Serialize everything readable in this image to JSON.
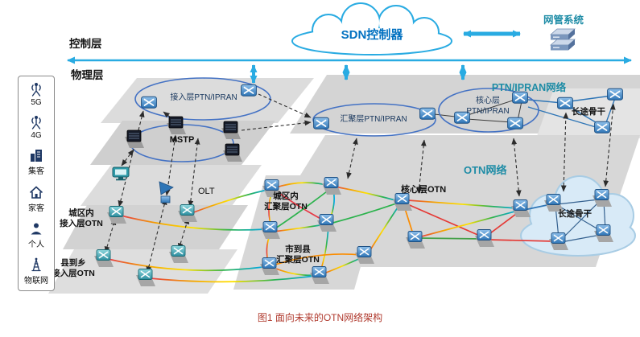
{
  "layers": {
    "control": "控制层",
    "physical": "物理层"
  },
  "control_plane": {
    "sdn_controller": "SDN控制器",
    "nms": "网管系统"
  },
  "sidebar": {
    "items": [
      {
        "icon": "antenna-5g-icon",
        "label": "5G"
      },
      {
        "icon": "antenna-4g-icon",
        "label": "4G"
      },
      {
        "icon": "building-icon",
        "label": "集客"
      },
      {
        "icon": "home-icon",
        "label": "家客"
      },
      {
        "icon": "person-icon",
        "label": "个人"
      },
      {
        "icon": "iot-tower-icon",
        "label": "物联网"
      }
    ]
  },
  "ptn": {
    "network": "PTN/IPRAN网络",
    "access": "接入层PTN/IPRAN",
    "aggregation": "汇聚层PTN/IPRAN",
    "core": [
      "核心层",
      "PTN/IPRAN"
    ],
    "backbone": "长途骨干",
    "mstp": "MSTP",
    "olt": "OLT"
  },
  "otn": {
    "network": "OTN网络",
    "core": "核心层OTN",
    "urban_aggregation": [
      "城区内",
      "汇聚层OTN"
    ],
    "county_aggregation": [
      "市到县",
      "汇聚层OTN"
    ],
    "urban_access": [
      "城区内",
      "接入层OTN"
    ],
    "county_access": [
      "县到乡",
      "接入层OTN"
    ],
    "backbone": "长途骨干"
  },
  "caption": "图1  面向未来的OTN网络架构",
  "colors": {
    "accent_blue": "#29abe2",
    "teal_label": "#1e8ca6",
    "sdn_text": "#0070c0",
    "ellipse_blue": "#4472c4",
    "router_blue": "#2e75b6",
    "plane_gray": "#d9d9d9",
    "caption_red": "#b03a2e"
  }
}
